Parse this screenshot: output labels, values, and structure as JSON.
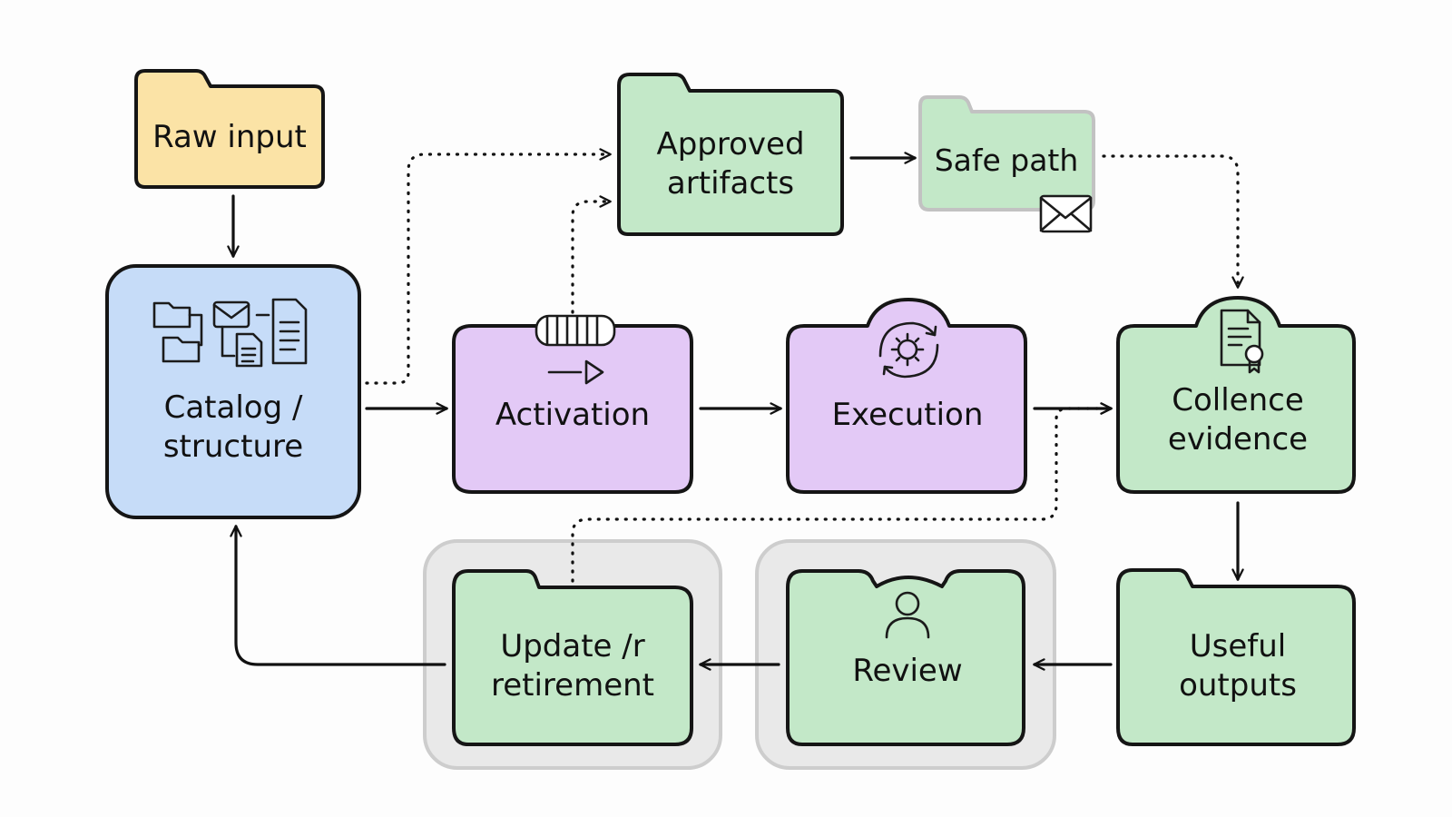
{
  "nodes": {
    "raw_input": {
      "label": "Raw input",
      "color": "#fbe3a6"
    },
    "catalog": {
      "label_line1": "Catalog /",
      "label_line2": "structure",
      "color": "#c6dcf8"
    },
    "approved": {
      "label_line1": "Approved",
      "label_line2": "artifacts",
      "color": "#c3e8c8"
    },
    "safe_path": {
      "label": "Safe path",
      "color": "#c3e8c8"
    },
    "activation": {
      "label": "Activation",
      "color": "#e3c9f6"
    },
    "execution": {
      "label": "Execution",
      "color": "#e3c9f6"
    },
    "evidence": {
      "label_line1": "Collence",
      "label_line2": "evidence",
      "color": "#c3e8c8"
    },
    "useful_outputs": {
      "label_line1": "Useful",
      "label_line2": "outputs",
      "color": "#c3e8c8"
    },
    "review": {
      "label": "Review",
      "color": "#c3e8c8"
    },
    "update": {
      "label_line1": "Update /r",
      "label_line2": "retirement",
      "color": "#c3e8c8"
    }
  },
  "edges": [
    {
      "from": "Raw input",
      "to": "Catalog / structure",
      "style": "solid"
    },
    {
      "from": "Catalog / structure",
      "to": "Activation",
      "style": "solid"
    },
    {
      "from": "Catalog / structure",
      "to": "Approved artifacts",
      "style": "dotted"
    },
    {
      "from": "Activation",
      "to": "Approved artifacts",
      "style": "dotted"
    },
    {
      "from": "Approved artifacts",
      "to": "Safe path",
      "style": "solid"
    },
    {
      "from": "Safe path",
      "to": "Collence evidence",
      "style": "dotted"
    },
    {
      "from": "Activation",
      "to": "Execution",
      "style": "solid"
    },
    {
      "from": "Execution",
      "to": "Collence evidence",
      "style": "solid"
    },
    {
      "from": "Collence evidence",
      "to": "Useful outputs",
      "style": "solid"
    },
    {
      "from": "Useful outputs",
      "to": "Review",
      "style": "solid"
    },
    {
      "from": "Review",
      "to": "Update /r retirement",
      "style": "solid"
    },
    {
      "from": "Update /r retirement",
      "to": "Catalog / structure",
      "style": "solid"
    },
    {
      "from": "Update /r retirement",
      "to": "Collence evidence",
      "style": "dotted"
    }
  ],
  "icons": {
    "catalog": "file-tree-icon",
    "activation": "queue-arrow-icon",
    "execution": "gear-cycle-icon",
    "evidence": "certificate-icon",
    "safe_path": "envelope-icon",
    "review": "person-icon"
  },
  "colors": {
    "stroke": "#151515",
    "group": "#e9e9e9"
  }
}
